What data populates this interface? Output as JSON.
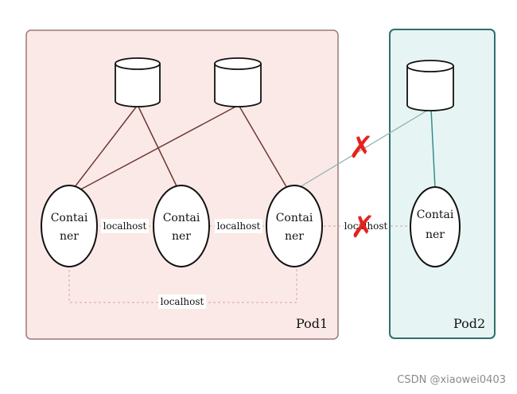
{
  "pods": [
    {
      "id": "pod1",
      "label": "Pod1",
      "fill": "#fbe9e7",
      "stroke": "#9a7a76"
    },
    {
      "id": "pod2",
      "label": "Pod2",
      "fill": "#e6f5f3",
      "stroke": "#2f6f6b"
    }
  ],
  "containers": [
    {
      "id": "c1",
      "line1": "Contai",
      "line2": "ner"
    },
    {
      "id": "c2",
      "line1": "Contai",
      "line2": "ner"
    },
    {
      "id": "c3",
      "line1": "Contai",
      "line2": "ner"
    },
    {
      "id": "c4",
      "line1": "Contai",
      "line2": "ner"
    }
  ],
  "links": {
    "c1_c2": "localhost",
    "c2_c3": "localhost",
    "c1_c3": "localhost",
    "c3_c4": "localhost"
  },
  "blocked_mark": "✗",
  "colors": {
    "volume_line_pod1": "#6b3a34",
    "volume_line_pod2": "#3a8c8a",
    "cross_pod_line": "#8fb0b8",
    "dashed_link": "#d7a3a0",
    "blocked": "#e8201c"
  },
  "watermark": "CSDN @xiaowei0403"
}
